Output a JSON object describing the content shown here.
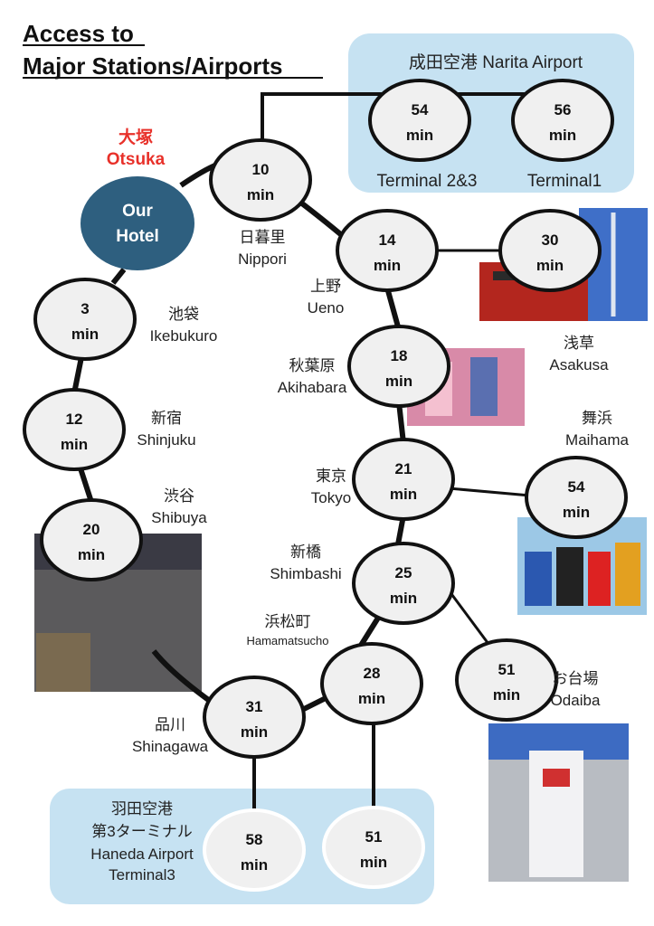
{
  "title": {
    "line1": "Access to",
    "line2": "Major Stations/Airports"
  },
  "colors": {
    "hotel": "#2e5f7f",
    "airport_box": "#c6e2f2",
    "node": "#f0f0f0",
    "accent_red": "#e8312a"
  },
  "hotel": {
    "jp": "大塚",
    "en": "Otsuka",
    "line1": "Our",
    "line2": "Hotel"
  },
  "narita": {
    "title": "成田空港 Narita Airport",
    "t23_label": "Terminal 2&3",
    "t1_label": "Terminal1"
  },
  "haneda": {
    "jp1": "羽田空港",
    "jp2": "第3ターミナル",
    "en1": "Haneda Airport",
    "en2": "Terminal3"
  },
  "unit": "min",
  "nodes": [
    {
      "id": "nippori",
      "min": "10",
      "jp": "日暮里",
      "en": "Nippori"
    },
    {
      "id": "narita-t23",
      "min": "54"
    },
    {
      "id": "narita-t1",
      "min": "56"
    },
    {
      "id": "ueno",
      "min": "14",
      "jp": "上野",
      "en": "Ueno"
    },
    {
      "id": "asakusa",
      "min": "30",
      "jp": "浅草",
      "en": "Asakusa"
    },
    {
      "id": "akihabara",
      "min": "18",
      "jp": "秋葉原",
      "en": "Akihabara"
    },
    {
      "id": "tokyo",
      "min": "21",
      "jp": "東京",
      "en": "Tokyo"
    },
    {
      "id": "maihama",
      "min": "54",
      "jp": "舞浜",
      "en": "Maihama"
    },
    {
      "id": "shimbashi",
      "min": "25",
      "jp": "新橋",
      "en": "Shimbashi"
    },
    {
      "id": "odaiba",
      "min": "51",
      "jp": "お台場",
      "en": "Odaiba"
    },
    {
      "id": "hamamatsucho",
      "min": "28",
      "jp": "浜松町",
      "en": "Hamamatsucho"
    },
    {
      "id": "shinagawa",
      "min": "31",
      "jp": "品川",
      "en": "Shinagawa"
    },
    {
      "id": "ikebukuro",
      "min": "3",
      "jp": "池袋",
      "en": "Ikebukuro"
    },
    {
      "id": "shinjuku",
      "min": "12",
      "jp": "新宿",
      "en": "Shinjuku"
    },
    {
      "id": "shibuya",
      "min": "20",
      "jp": "渋谷",
      "en": "Shibuya"
    },
    {
      "id": "haneda-via-shinagawa",
      "min": "58"
    },
    {
      "id": "haneda-via-hamamatsucho",
      "min": "51"
    }
  ]
}
